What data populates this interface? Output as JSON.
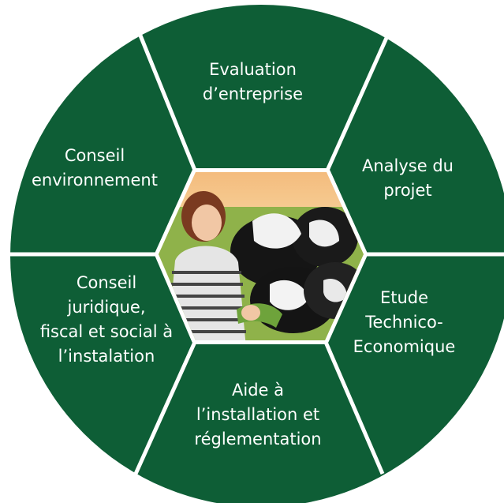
{
  "colors": {
    "segment_fill": "#0e5e36",
    "divider": "#ffffff",
    "label_text": "#ffffff"
  },
  "center_image": {
    "description_icon": "photo-icon"
  },
  "segments": [
    {
      "id": "top",
      "label": "Evaluation\nd’entreprise"
    },
    {
      "id": "right",
      "label": "Analyse du\nprojet"
    },
    {
      "id": "bottom-right",
      "label": "Etude\nTechnico-\nEconomique"
    },
    {
      "id": "bottom",
      "label": "Aide à\nl’installation et\nréglementation"
    },
    {
      "id": "bottom-left",
      "label": "Conseil\njuridique,\nfiscal et social à\nl’instalation"
    },
    {
      "id": "left",
      "label": "Conseil\nenvironnement"
    }
  ]
}
